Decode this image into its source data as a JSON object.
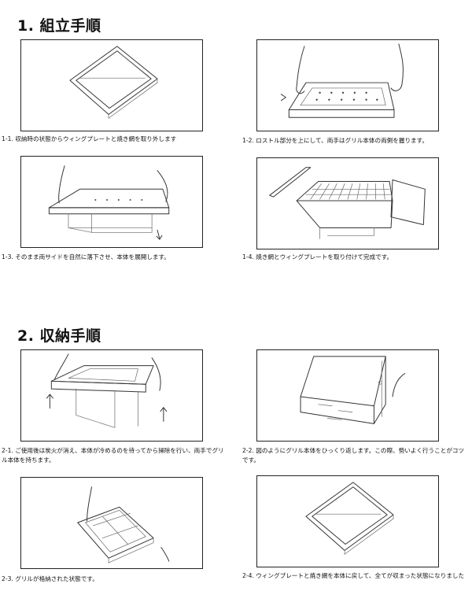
{
  "sections": [
    {
      "title": "1. 組立手順",
      "steps": [
        {
          "caption": "1-1. 収納時の状態からウィングプレートと焼き網を取り外します"
        },
        {
          "caption": "1-2. ロストル部分を上にして、両手はグリル本体の両側を握ります。"
        },
        {
          "caption": "1-3. そのまま両サイドを自然に落下させ、本体を展開します。"
        },
        {
          "caption": "1-4. 焼き網とウィングプレートを取り付けて完成です。"
        }
      ]
    },
    {
      "title": "2. 収納手順",
      "steps": [
        {
          "caption": "2-1. ご使用後は炭火が消え、本体が冷めるのを待ってから掃除を行い、両手でグリル本体を持ちます。"
        },
        {
          "caption": "2-2. 図のようにグリル本体をひっくり返します。この際、勢いよく行うことがコツです。"
        },
        {
          "caption": "2-3. グリルが格納された状態です。"
        },
        {
          "caption": "2-4. ウィングプレートと焼き網を本体に戻して、全てが収まった状態になりました"
        }
      ]
    }
  ]
}
